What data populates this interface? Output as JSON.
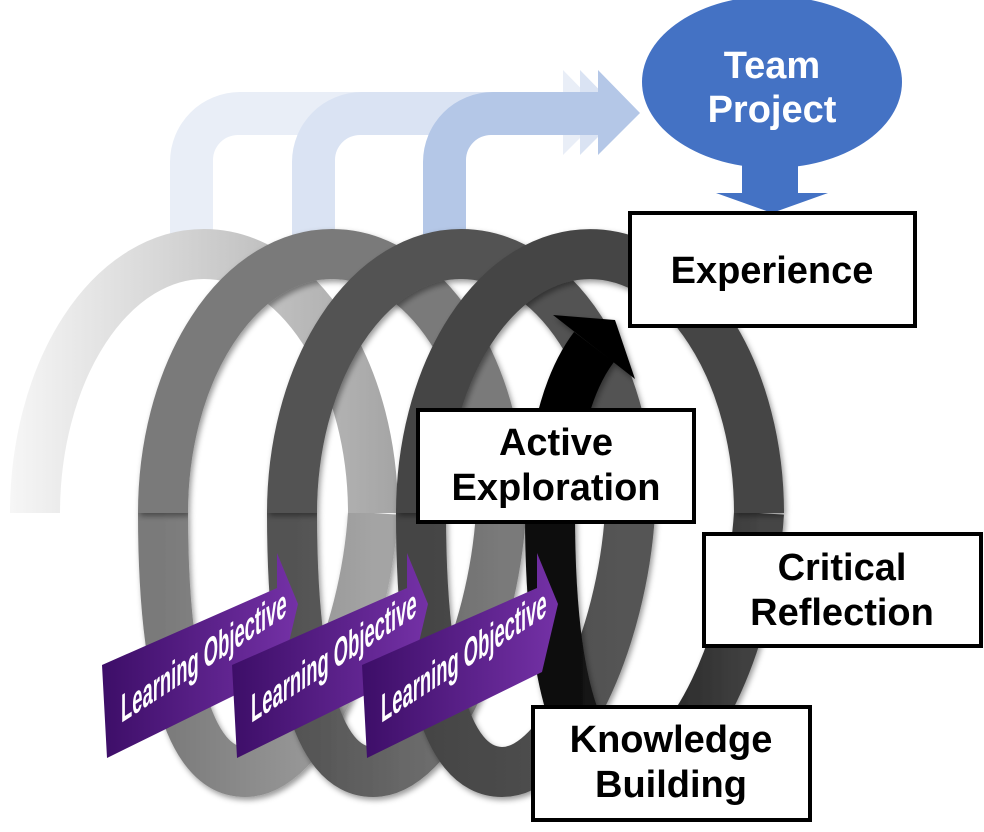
{
  "diagram": {
    "team_project": {
      "lines": [
        "Team",
        "Project"
      ],
      "fill": "#4472c4",
      "text_color": "#ffffff"
    },
    "stages": {
      "experience": {
        "lines": [
          "Experience"
        ]
      },
      "active_exploration": {
        "lines": [
          "Active",
          "Exploration"
        ]
      },
      "critical_reflection": {
        "lines": [
          "Critical",
          "Reflection"
        ]
      },
      "knowledge_building": {
        "lines": [
          "Knowledge",
          "Building"
        ]
      }
    },
    "learning_objectives": [
      {
        "label": "Learning Objective"
      },
      {
        "label": "Learning Objective"
      },
      {
        "label": "Learning Objective"
      }
    ],
    "colors": {
      "progress_arrow_1": "#e9eef7",
      "progress_arrow_2": "#dae3f3",
      "progress_arrow_3": "#b4c7e7",
      "coil_loop_2": "#7a7a7a",
      "coil_loop_3": "#525252",
      "coil_loop_4": "#444444",
      "current_cycle_arrow": "#000000",
      "banner_dark": "#3d0e68",
      "banner_light": "#7431a6"
    }
  }
}
